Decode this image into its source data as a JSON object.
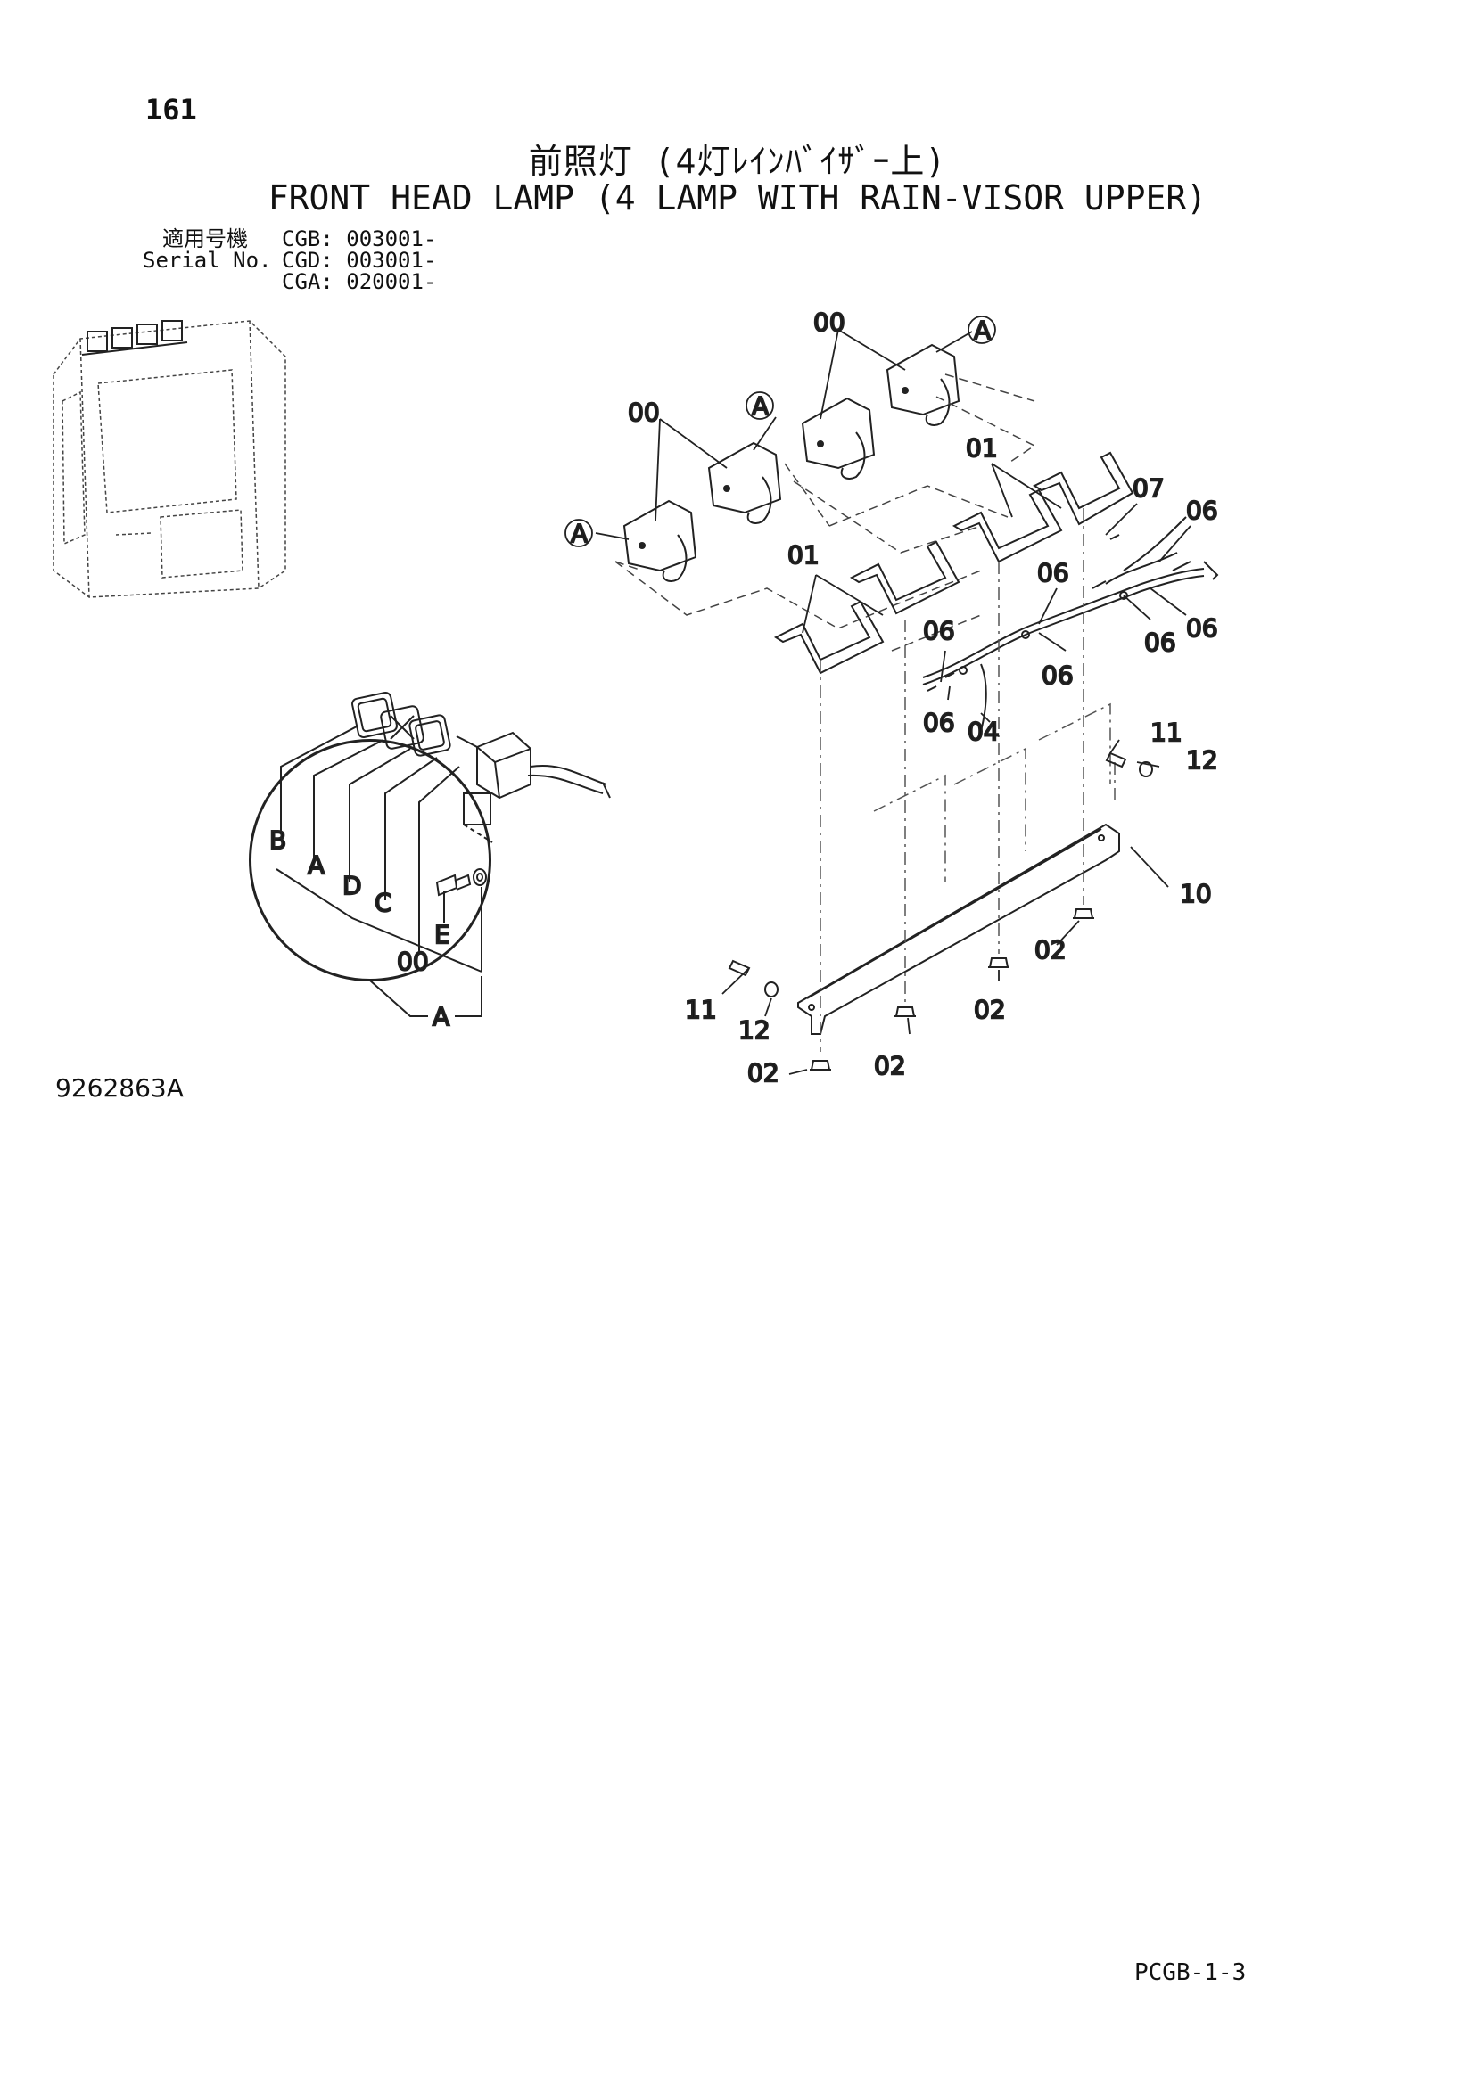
{
  "page_number": "161",
  "title_ja": "前照灯 (4灯ﾚｲﾝﾊﾞｲｻﾞｰ上)",
  "title_en": "FRONT HEAD LAMP (4 LAMP WITH RAIN-VISOR UPPER)",
  "serial": {
    "label_ja": "適用号機",
    "label_en": "Serial No.",
    "entries": [
      "CGB: 003001-",
      "CGD: 003001-",
      "CGA: 020001-"
    ]
  },
  "callouts": {
    "c00": "00",
    "c01": "01",
    "c02": "02",
    "c04": "04",
    "c06": "06",
    "c07": "07",
    "c10": "10",
    "c11": "11",
    "c12": "12"
  },
  "detail_callouts": {
    "a": "A",
    "b": "B",
    "c": "C",
    "d": "D",
    "e": "E",
    "lamp": "00"
  },
  "drawing_number": "9262863A",
  "page_code": "PCGB-1-3"
}
